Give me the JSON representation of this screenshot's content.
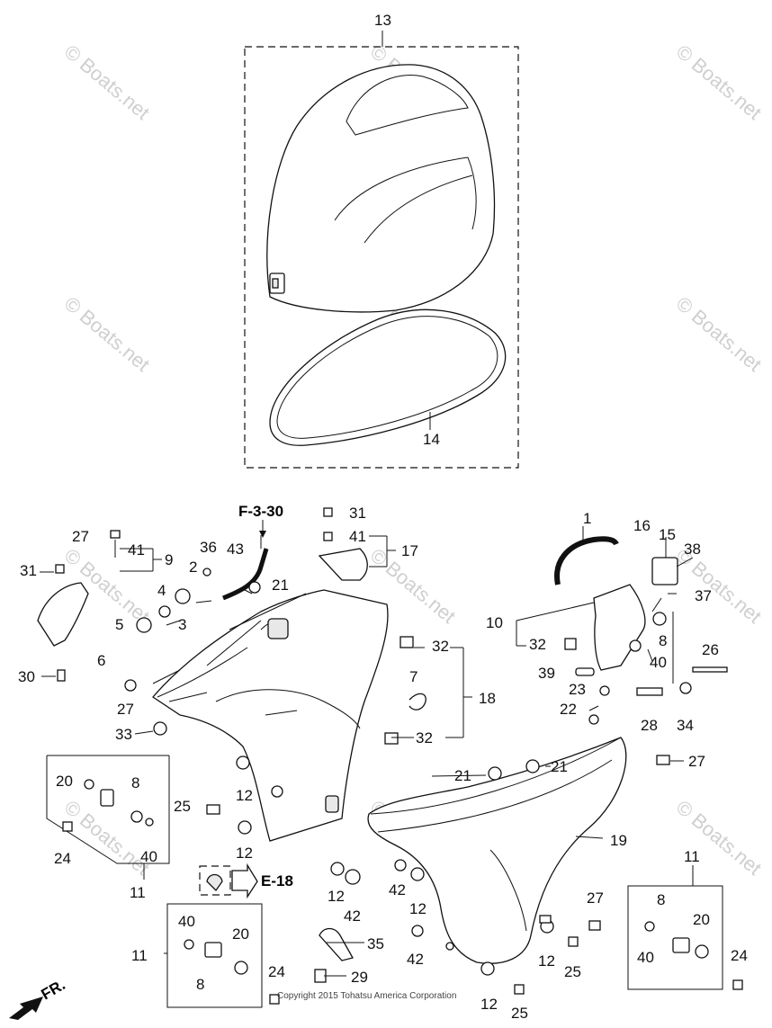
{
  "diagram": {
    "watermark": "© Boats.net",
    "copyright": "Copyright 2015 Tohatsu America Corporation",
    "references": {
      "top": "F-3-30",
      "side": "E-18",
      "front": "FR."
    },
    "part_numbers": [
      "1",
      "2",
      "3",
      "4",
      "5",
      "6",
      "7",
      "8",
      "9",
      "10",
      "11",
      "12",
      "13",
      "14",
      "15",
      "16",
      "17",
      "18",
      "19",
      "20",
      "21",
      "22",
      "23",
      "24",
      "25",
      "26",
      "27",
      "28",
      "29",
      "30",
      "31",
      "32",
      "33",
      "34",
      "35",
      "36",
      "37",
      "38",
      "39",
      "40",
      "41",
      "42",
      "43"
    ]
  }
}
